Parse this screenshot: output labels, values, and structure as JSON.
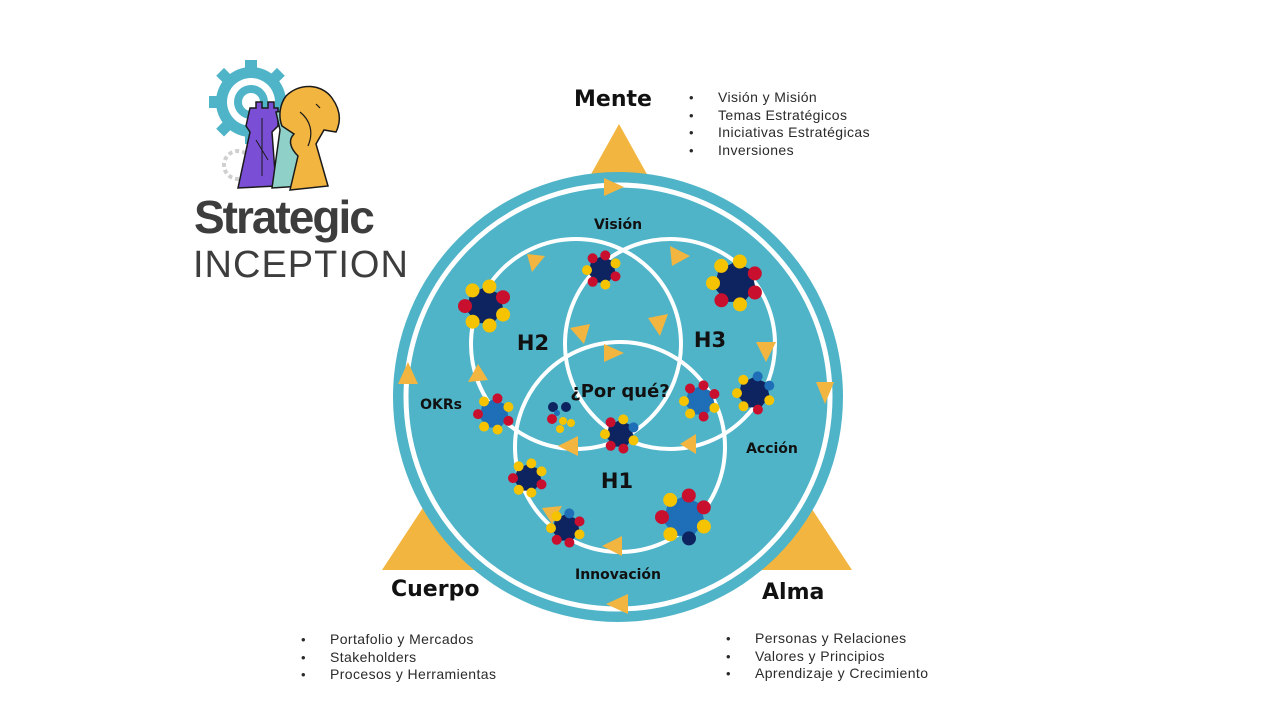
{
  "brand": {
    "name_line1": "Strategic",
    "name_line2": "INCEPTION",
    "logo_icon": "chess-rook-knight-gear-logo"
  },
  "corners": {
    "mente": {
      "title": "Mente",
      "items": [
        "Visión y Misión",
        "Temas Estratégicos",
        "Iniciativas Estratégicas",
        "Inversiones"
      ]
    },
    "cuerpo": {
      "title": "Cuerpo",
      "items": [
        "Portafolio y Mercados",
        "Stakeholders",
        "Procesos y Herramientas"
      ]
    },
    "alma": {
      "title": "Alma",
      "items": [
        "Personas y Relaciones",
        "Valores y Principios",
        "Aprendizaje y Crecimiento"
      ]
    }
  },
  "diagram": {
    "labels": {
      "vision": "Visión",
      "accion": "Acción",
      "innovacion": "Innovación",
      "okrs": "OKRs",
      "h1": "H1",
      "h2": "H2",
      "h3": "H3",
      "center": "¿Por qué?"
    }
  },
  "colors": {
    "teal": "#4FB4C8",
    "gold": "#F2B53F",
    "navy": "#0E2460",
    "red": "#C8102E",
    "yellow": "#F5C300",
    "blue": "#1F6FB8",
    "purple": "#7A4FD6",
    "gear": "#4FB4C8"
  }
}
